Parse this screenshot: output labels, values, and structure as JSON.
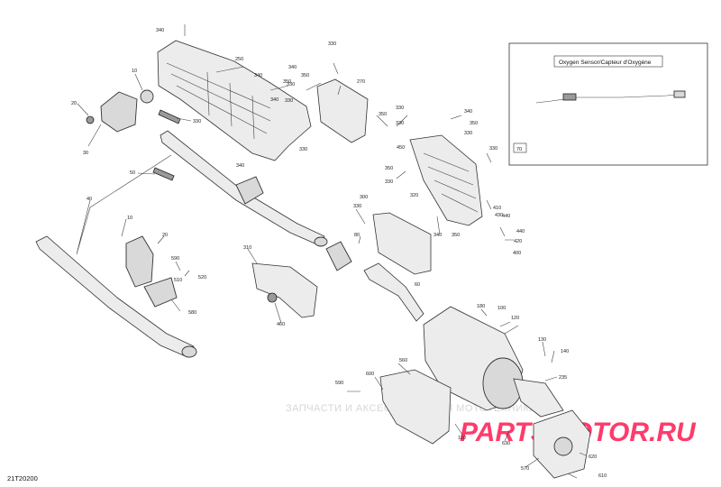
{
  "drawing_number": "21T20200",
  "inset": {
    "title": "Oxygen Sensor/Capteur d'Oxygène",
    "callout": "70"
  },
  "watermark": {
    "text": "ЗАПЧАСТИ И АКСЕССУАРЫ ДЛЯ МОТОТЕХНИКИ",
    "logo": "PARTSMOTOR.RU"
  },
  "callouts": [
    "340",
    "250",
    "10",
    "20",
    "30",
    "330",
    "50",
    "40",
    "340",
    "330",
    "340",
    "350",
    "340",
    "330",
    "340",
    "350",
    "330",
    "270",
    "330",
    "350",
    "330",
    "330",
    "340",
    "350",
    "330",
    "450",
    "350",
    "330",
    "320",
    "330",
    "430",
    "410",
    "440",
    "440",
    "420",
    "400",
    "350",
    "340",
    "300",
    "330",
    "80",
    "60",
    "10",
    "20",
    "590",
    "520",
    "510",
    "580",
    "310",
    "460",
    "180",
    "100",
    "120",
    "130",
    "140",
    "235",
    "560",
    "590",
    "600",
    "110",
    "630",
    "570",
    "620",
    "610"
  ]
}
